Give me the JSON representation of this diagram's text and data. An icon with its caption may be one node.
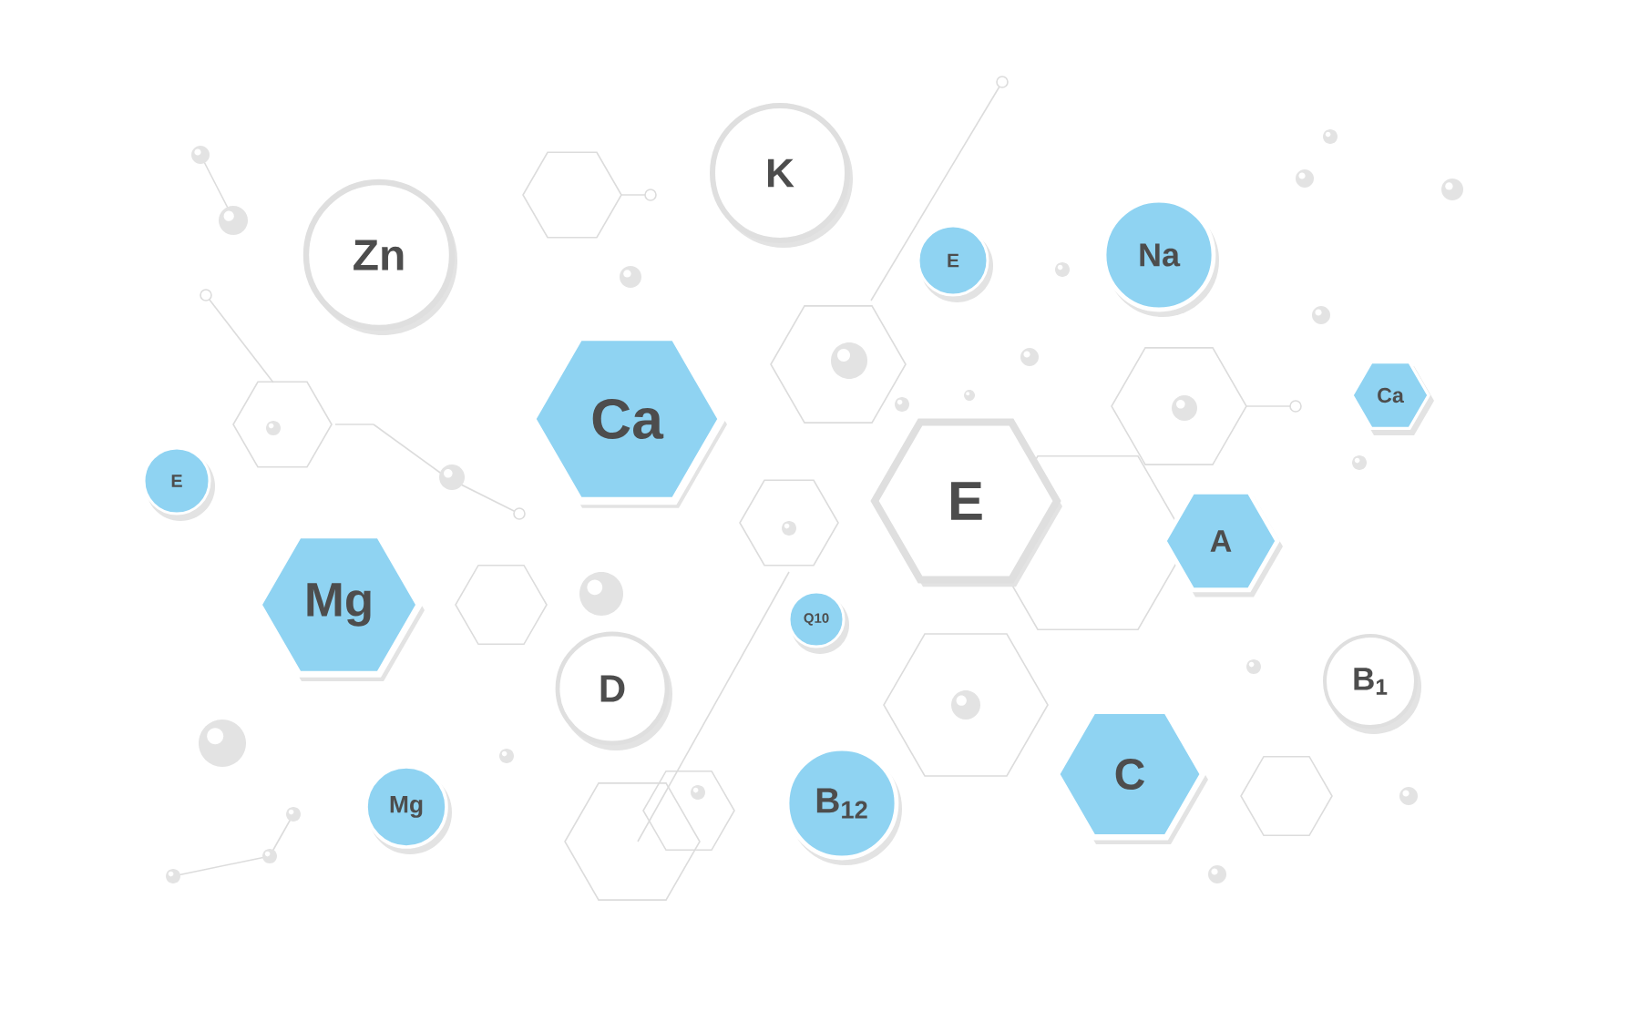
{
  "diagram": {
    "nodes": [
      {
        "text": [
          "K"
        ]
      },
      {
        "text": [
          "Zn"
        ]
      },
      {
        "text": [
          "E"
        ]
      },
      {
        "text": [
          "Na"
        ]
      },
      {
        "text": [
          "Ca"
        ]
      },
      {
        "text": [
          "Ca"
        ]
      },
      {
        "text": [
          "E"
        ]
      },
      {
        "text": [
          "E"
        ]
      },
      {
        "text": [
          "A"
        ]
      },
      {
        "text": [
          "Mg"
        ]
      },
      {
        "text": [
          "Q10"
        ]
      },
      {
        "text": [
          "D"
        ]
      },
      {
        "text": [
          "B$_{1}$"
        ]
      },
      {
        "text": [
          "C"
        ]
      },
      {
        "text": [
          "B$_{12}$"
        ]
      },
      {
        "text": [
          "Mg"
        ]
      }
    ]
  }
}
